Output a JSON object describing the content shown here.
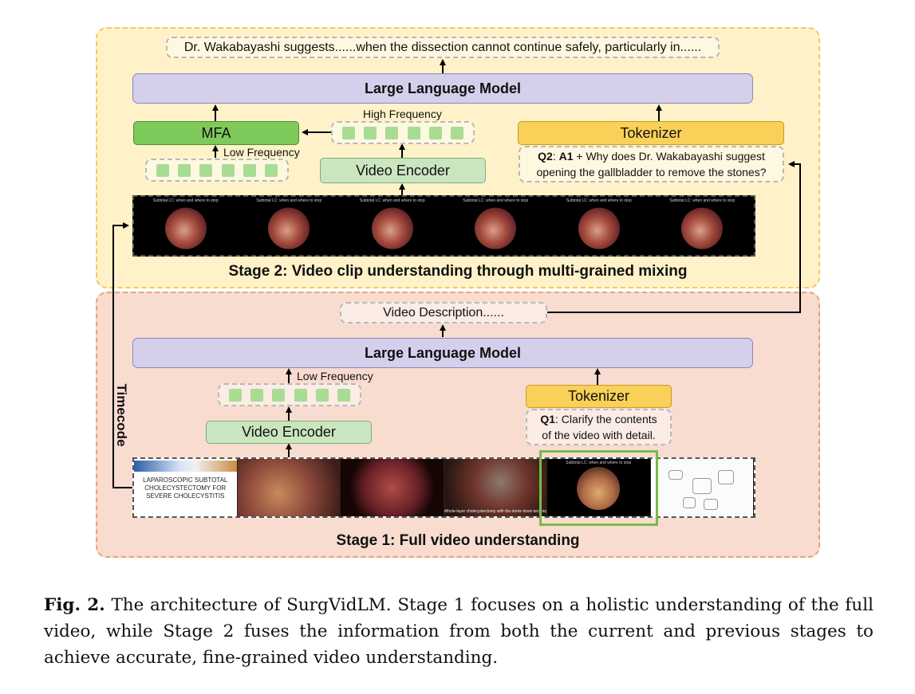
{
  "stage2": {
    "answer_text": "Dr. Wakabayashi suggests......when the dissection cannot continue safely, particularly in......",
    "llm_label": "Large Language Model",
    "mfa_label": "MFA",
    "high_freq_label": "High Frequency",
    "low_freq_label": "Low Frequency",
    "video_encoder_label": "Video Encoder",
    "tokenizer_label": "Tokenizer",
    "question": {
      "q_tag": "Q2",
      "a_tag": "A1",
      "text_line1": " + Why does Dr. Wakabayashi suggest",
      "text_line2": "opening the gallbladder to remove the stones?"
    },
    "frame_caption": "Subtotal LC: when and where to stop",
    "title": "Stage 2: Video clip understanding through multi-grained mixing"
  },
  "stage1": {
    "description_text": "Video Description......",
    "llm_label": "Large Language Model",
    "low_freq_label": "Low Frequency",
    "video_encoder_label": "Video Encoder",
    "tokenizer_label": "Tokenizer",
    "question": {
      "q_tag": "Q1",
      "text_line1": ": Clarify the contents",
      "text_line2": "of the video with detail."
    },
    "slide_title": "LAPAROSCOPIC SUBTOTAL CHOLECYSTECTOMY FOR SEVERE CHOLECYSTITIS",
    "frame3_caption": "Whole-layer cholecystectomy with the dome down technique",
    "frame4_caption": "Subtotal LC: when and where to stop",
    "title": "Stage 1: Full video understanding"
  },
  "timecode_label": "Timecode",
  "caption": {
    "fig_label": "Fig. 2.",
    "text": " The architecture of SurgVidLM. Stage 1 focuses on a holistic understanding of the full video, while Stage 2 fuses the information from both the current and previous stages to achieve accurate, fine-grained video understanding."
  },
  "colors": {
    "stage2_bg": "#fff2c8",
    "stage1_bg": "#f8dcd0",
    "llm": "#d4d0ec",
    "encoder": "#c9e6c0",
    "mfa": "#7dc95a",
    "tokenizer": "#f9d058",
    "highlight": "#77bb4a"
  }
}
